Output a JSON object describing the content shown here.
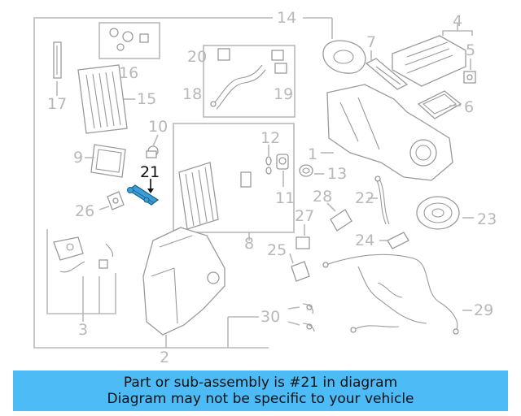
{
  "diagram": {
    "highlighted_part": "21",
    "callouts": [
      "1",
      "2",
      "3",
      "4",
      "5",
      "6",
      "7",
      "8",
      "9",
      "10",
      "11",
      "12",
      "13",
      "14",
      "15",
      "16",
      "17",
      "18",
      "19",
      "20",
      "21",
      "22",
      "23",
      "24",
      "25",
      "26",
      "27",
      "28",
      "29",
      "30"
    ]
  },
  "banner": {
    "line1": "Part or sub-assembly is #21 in diagram",
    "line2": "Diagram may not be specific to your vehicle"
  },
  "colors": {
    "banner_bg": "#4dbbf5",
    "highlight_part": "#3a9fd8",
    "line_art": "#b8b8b8"
  }
}
